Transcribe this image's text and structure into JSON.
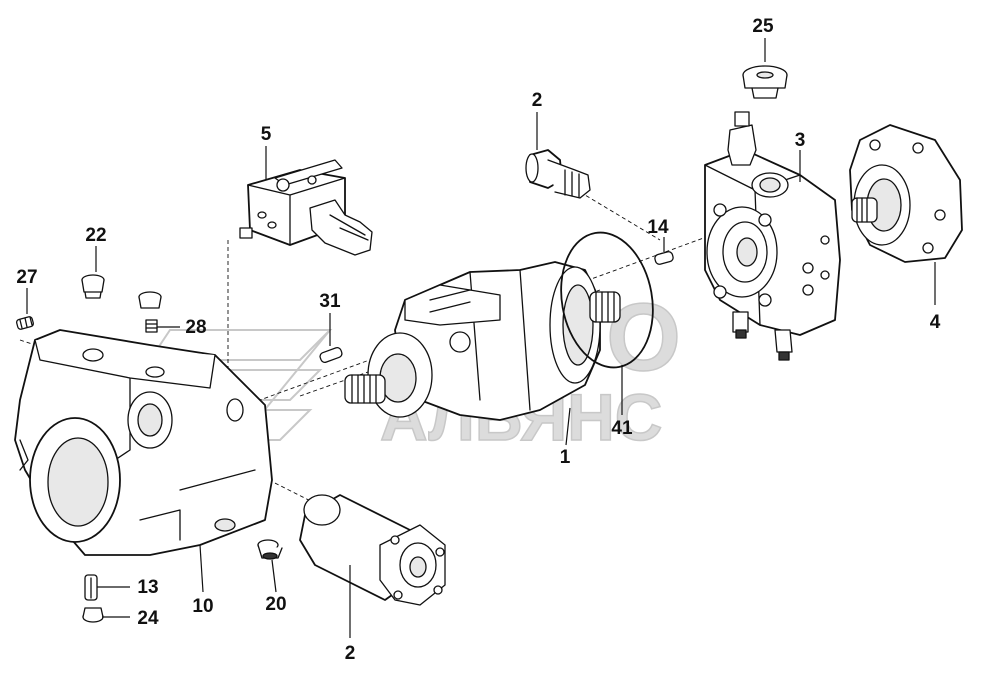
{
  "watermark": {
    "line1": "АВТО",
    "line2": "АЛЬЯНС"
  },
  "callouts": {
    "c1": "1",
    "c2_top": "2",
    "c2_bottom": "2",
    "c3": "3",
    "c4": "4",
    "c5": "5",
    "c10": "10",
    "c13": "13",
    "c14": "14",
    "c20": "20",
    "c22": "22",
    "c24": "24",
    "c25": "25",
    "c27": "27",
    "c28": "28",
    "c31": "31",
    "c41": "41"
  }
}
